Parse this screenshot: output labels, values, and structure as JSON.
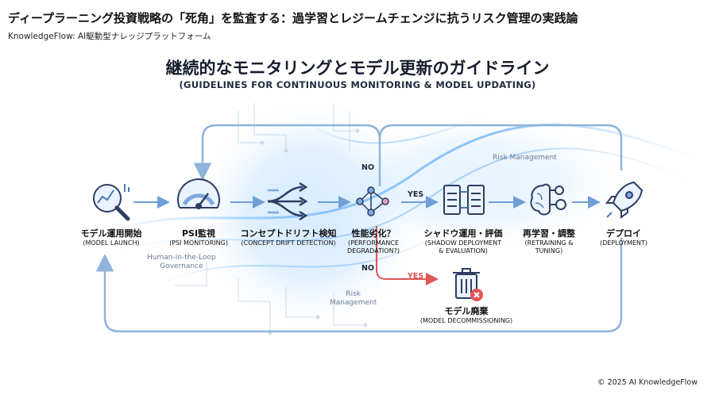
{
  "header": {
    "title": "ディープラーニング投資戦略の「死角」を監査する：過学習とレジームチェンジに抗うリスク管理の実践論",
    "subtitle": "KnowledgeFlow: AI駆動型ナレッジプラットフォーム"
  },
  "diagram": {
    "title": "継続的なモニタリングとモデル更新のガイドライン",
    "subtitle": "(GUIDELINES FOR CONTINUOUS MONITORING & MODEL UPDATING)",
    "nodes": {
      "launch": {
        "ja": "モデル運用開始",
        "en": "(MODEL LAUNCH)",
        "icon": "magnifier-chart-icon"
      },
      "psi": {
        "ja": "PSI監視",
        "en": "(PSI MONITORING)",
        "icon": "gauge-icon"
      },
      "drift": {
        "ja": "コンセプトドリフト検知",
        "en": "(CONCEPT DRIFT DETECTION)",
        "icon": "branching-arrows-icon"
      },
      "degradation": {
        "ja": "性能劣化？",
        "en": "(PERFORMANCE\nDEGRADATION?)",
        "icon": "network-nodes-icon"
      },
      "shadow": {
        "ja": "シャドウ運用・評価",
        "en": "(SHADOW DEPLOYMENT\n& EVALUATION)",
        "icon": "server-compare-icon"
      },
      "retrain": {
        "ja": "再学習・調整",
        "en": "(RETRAINING &\nTUNING)",
        "icon": "brain-gear-icon"
      },
      "deploy": {
        "ja": "デプロイ",
        "en": "(DEPLOYMENT)",
        "icon": "rocket-icon"
      },
      "decommission": {
        "ja": "モデル廃棄",
        "en": "(MODEL DECOMMISSIONING)",
        "icon": "trash-icon"
      }
    },
    "edge_labels": {
      "yes_shadow": "YES",
      "no_loop": "NO",
      "no_down": "NO",
      "yes_decommission": "YES"
    },
    "annotations": {
      "risk_top": "Risk Management",
      "risk_bottom": "Risk\nManagement",
      "hitl": "Human-in-the-Loop\nGovernance"
    }
  },
  "footer": {
    "copyright": "© 2025 AI KnowledgeFlow"
  },
  "colors": {
    "icon_stroke": "#2c3e63",
    "icon_fill": "#7ea8de",
    "flow_line": "#6f9fd6",
    "loop_line": "#9fbde0",
    "glow": "#a9d4ff",
    "alert_red": "#e05454"
  }
}
